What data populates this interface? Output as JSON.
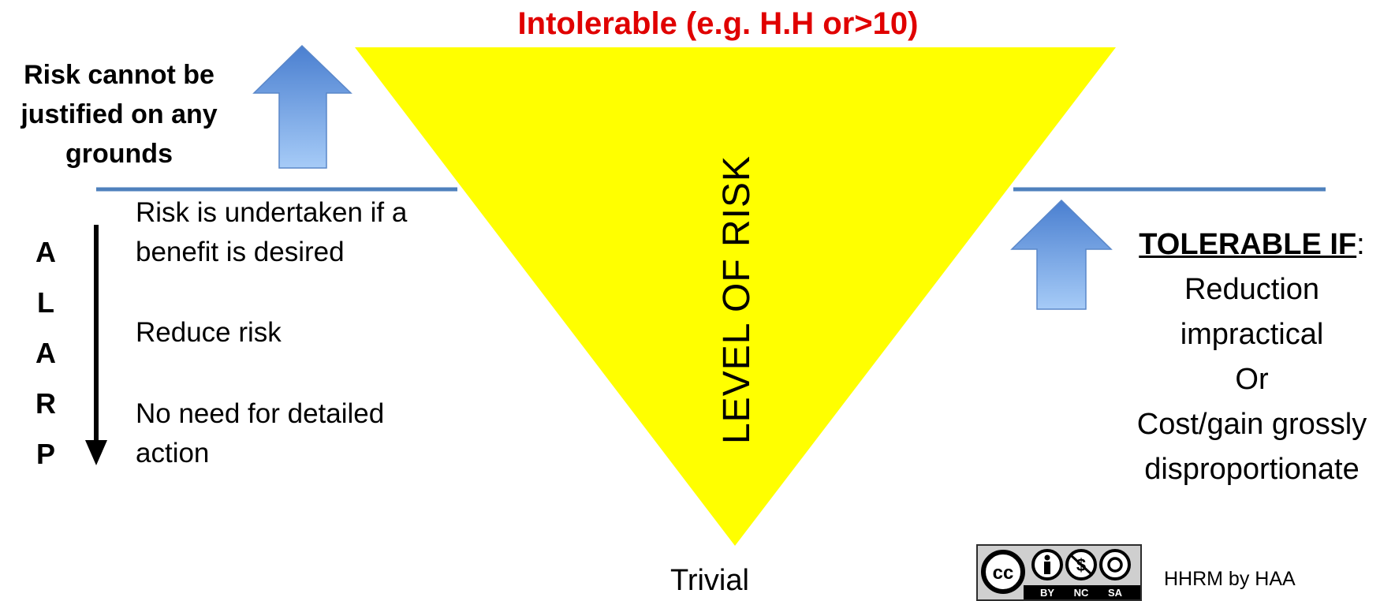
{
  "title_top": "Intolerable (e.g. H.H or>10)",
  "left_note": [
    "Risk cannot be",
    "justified on any",
    "grounds"
  ],
  "alarp_letters": [
    "A",
    "L",
    "A",
    "R",
    "P"
  ],
  "alarp_items": [
    [
      "Risk is undertaken if a",
      "benefit is desired"
    ],
    [
      "Reduce risk"
    ],
    [
      "No need for detailed",
      "action"
    ]
  ],
  "triangle_label": "LEVEL OF RISK",
  "bottom_label": "Trivial",
  "tolerable": {
    "heading": "TOLERABLE IF",
    "heading_suffix": ":",
    "lines": [
      "Reduction",
      "impractical",
      "Or",
      "Cost/gain grossly",
      "disproportionate"
    ]
  },
  "license": {
    "badge_letters": [
      "BY",
      "NC",
      "SA"
    ],
    "badge_logo": "cc",
    "text": "HHRM by HAA"
  },
  "colors": {
    "triangle": "#ffff00",
    "title": "#e00000",
    "divider": "#4f81bd",
    "arrow_top": "#4a7fd0",
    "arrow_bottom": "#a6cbf7"
  }
}
